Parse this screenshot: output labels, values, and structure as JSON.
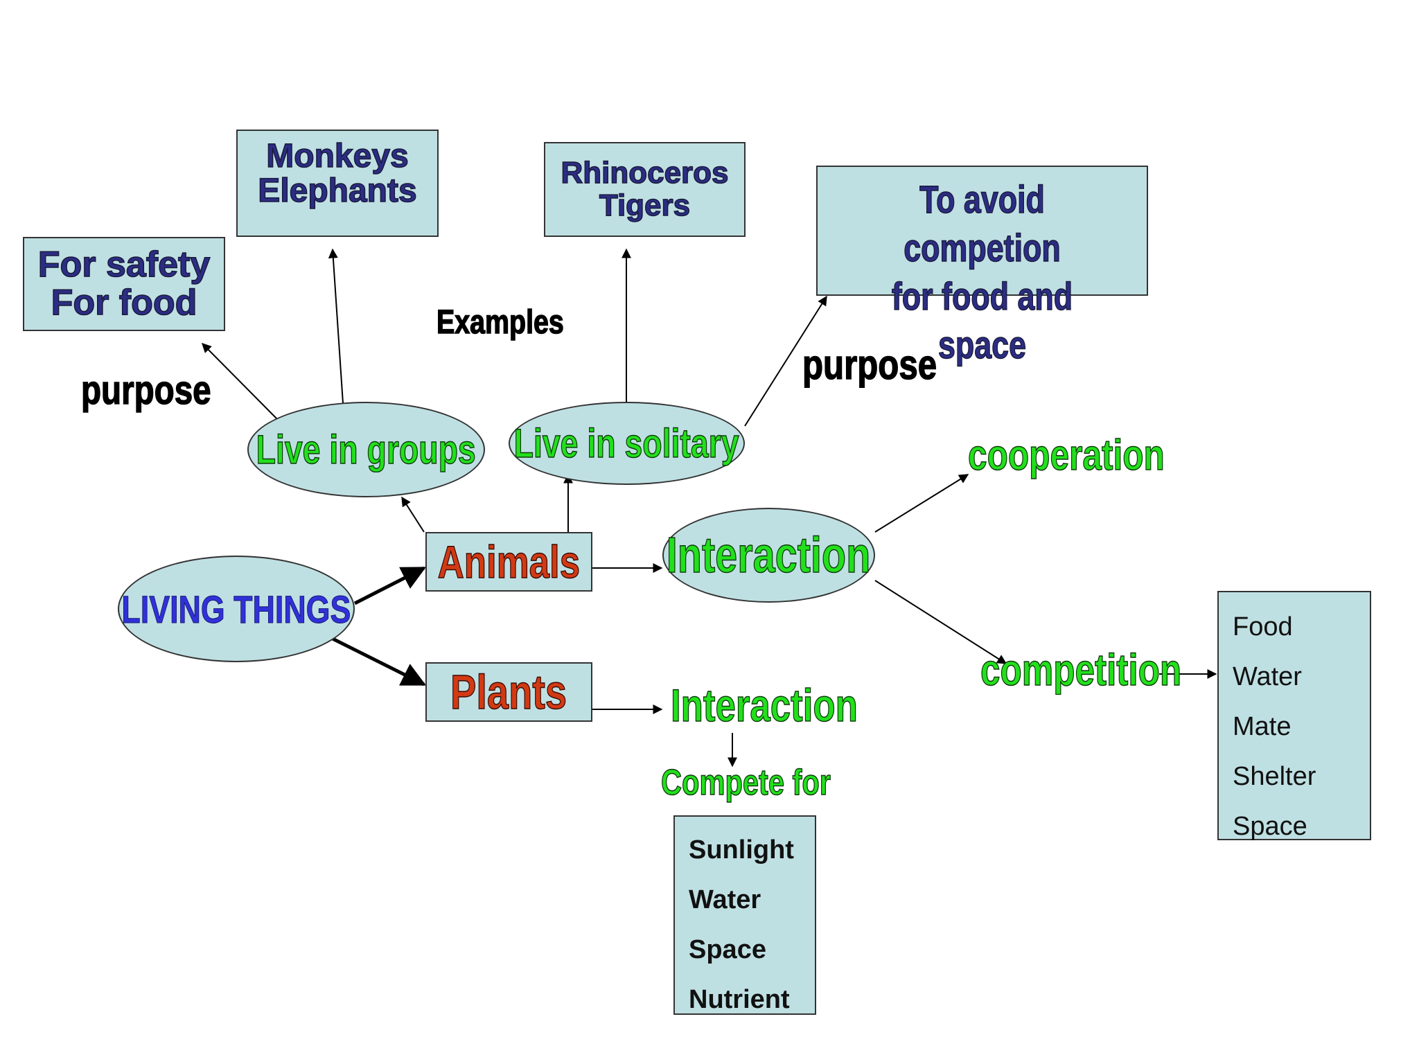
{
  "central": "LIVING THINGS",
  "animals": "Animals",
  "plants": "Plants",
  "live_in_groups": "Live in groups",
  "live_in_solitary": "Live in solitary",
  "interaction_animals": "Interaction",
  "interaction_plants": "Interaction",
  "cooperation": "cooperation",
  "competition": "competition",
  "compete_for": "Compete for",
  "purpose_left": "purpose",
  "purpose_right": "purpose",
  "examples": "Examples",
  "groups_purpose": [
    "For safety",
    "For food"
  ],
  "groups_examples": [
    "Monkeys",
    "Elephants"
  ],
  "solitary_examples": [
    "Rhinoceros",
    "Tigers"
  ],
  "solitary_purpose": [
    "To avoid competion",
    "for food and space"
  ],
  "animal_needs": [
    "Food",
    "Water",
    "Mate",
    "Shelter",
    "Space"
  ],
  "plant_needs": [
    "Sunlight",
    "Water",
    "Space",
    "Nutrient"
  ]
}
